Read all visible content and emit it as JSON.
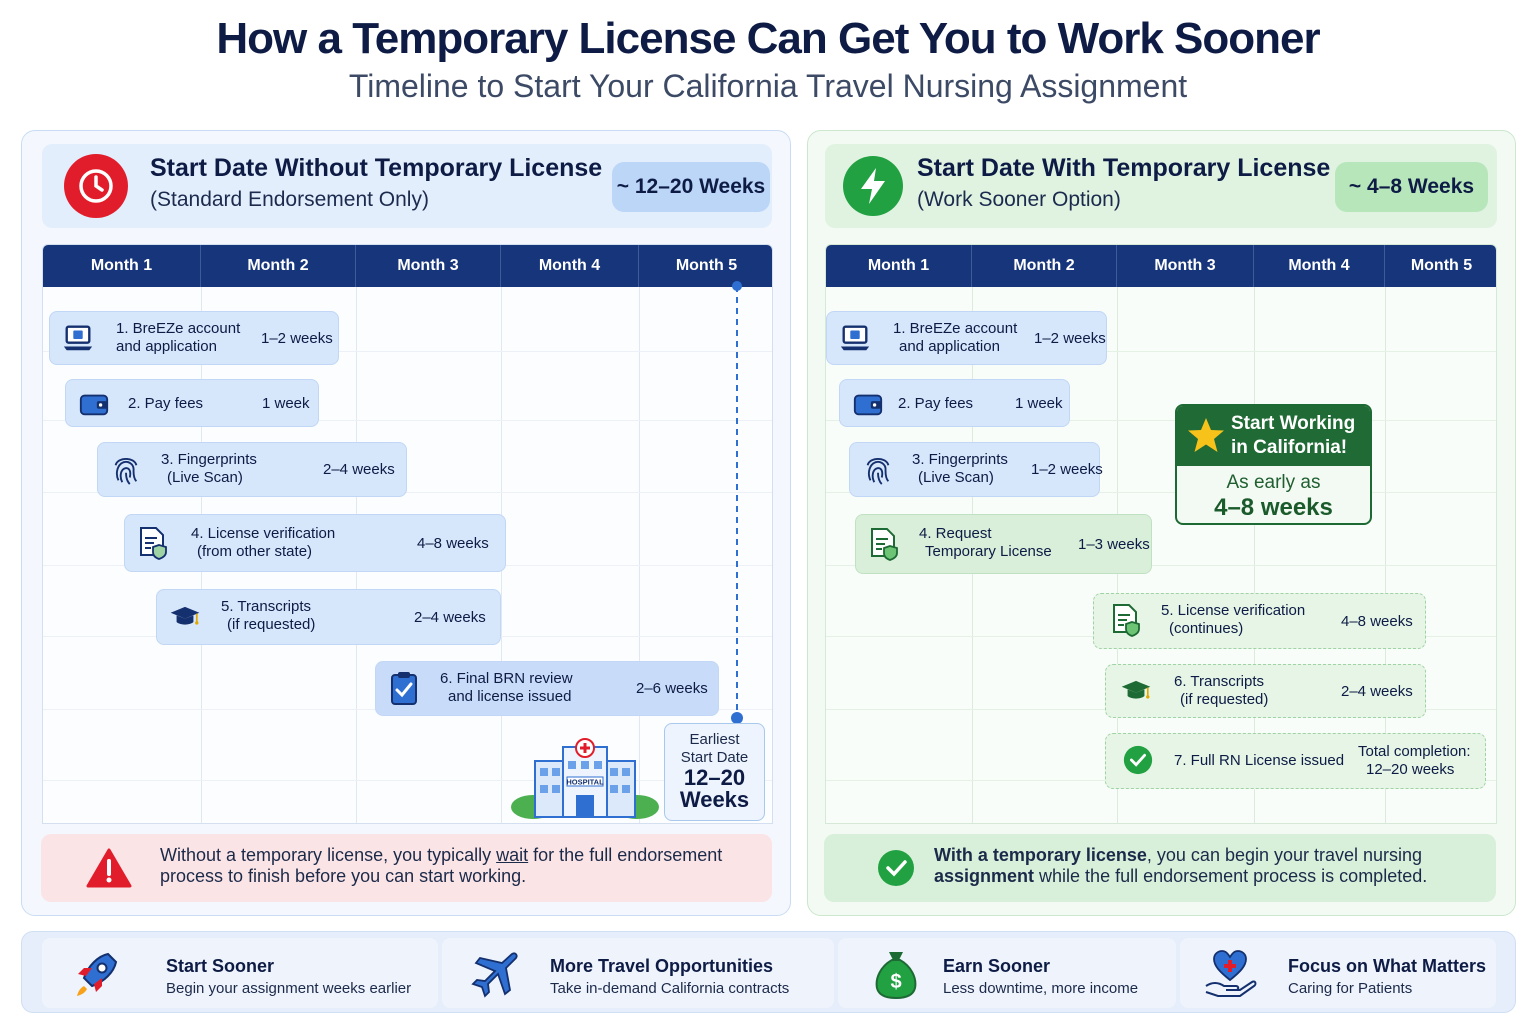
{
  "title": "How a Temporary License Can Get You to Work Sooner",
  "subtitle": "Timeline to Start Your California Travel Nursing Assignment",
  "months": [
    "Month 1",
    "Month 2",
    "Month 3",
    "Month 4",
    "Month 5"
  ],
  "left": {
    "title": "Start Date Without Temporary License",
    "subtitle": "(Standard Endorsement Only)",
    "duration": "~ 12–20 Weeks",
    "tasks": [
      {
        "line1": "1. BreEZe account",
        "line2": "and application",
        "duration": "1–2 weeks"
      },
      {
        "line1": "2. Pay fees",
        "line2": "",
        "duration": "1 week"
      },
      {
        "line1": "3. Fingerprints",
        "line2": "(Live Scan)",
        "duration": "2–4 weeks"
      },
      {
        "line1": "4. License verification",
        "line2": "(from other state)",
        "duration": "4–8 weeks"
      },
      {
        "line1": "5. Transcripts",
        "line2": "(if requested)",
        "duration": "2–4 weeks"
      },
      {
        "line1": "6. Final BRN review",
        "line2": "and license issued",
        "duration": "2–6 weeks"
      }
    ],
    "earliest_label_1": "Earliest",
    "earliest_label_2": "Start Date",
    "earliest_value_1": "12–20",
    "earliest_value_2": "Weeks",
    "note_1": "Without a temporary license, you typically ",
    "note_wait": "wait",
    "note_2": " for the full endorsement process to finish before you can start working."
  },
  "right": {
    "title": "Start Date With Temporary License",
    "subtitle": "(Work Sooner Option)",
    "duration": "~ 4–8 Weeks",
    "tasks": [
      {
        "line1": "1. BreEZe account",
        "line2": "and application",
        "duration": "1–2 weeks"
      },
      {
        "line1": "2. Pay fees",
        "line2": "",
        "duration": "1 week"
      },
      {
        "line1": "3. Fingerprints",
        "line2": "(Live Scan)",
        "duration": "1–2 weeks"
      },
      {
        "line1": "4. Request",
        "line2": "Temporary License",
        "duration": "1–3 weeks"
      },
      {
        "line1": "5. License verification",
        "line2": "(continues)",
        "duration": "4–8 weeks"
      },
      {
        "line1": "6. Transcripts",
        "line2": "(if requested)",
        "duration": "2–4 weeks"
      },
      {
        "line1": "7. Full RN License issued",
        "line2": "",
        "duration": ""
      }
    ],
    "total_label": "Total completion:",
    "total_value": "12–20 weeks",
    "callout_title_1": "Start Working",
    "callout_title_2": "in California!",
    "callout_sub": "As early as",
    "callout_value": "4–8 weeks",
    "note_b1": "With a temporary license",
    "note_t1": ", you can begin your travel nursing ",
    "note_b2": "assignment",
    "note_t2": " while the full endorsement process is completed."
  },
  "benefits": [
    {
      "title": "Start Sooner",
      "subtitle": "Begin your assignment weeks earlier",
      "icon": "rocket-icon"
    },
    {
      "title": "More Travel Opportunities",
      "subtitle": "Take in-demand California contracts",
      "icon": "airplane-icon"
    },
    {
      "title": "Earn Sooner",
      "subtitle": "Less downtime, more income",
      "icon": "money-bag-icon"
    },
    {
      "title": "Focus on What Matters",
      "subtitle": "Caring for Patients",
      "icon": "heart-hand-icon"
    }
  ],
  "hospital_sign": "HOSPITAL",
  "colors": {
    "navy": "#17357a",
    "red": "#e21d2b",
    "green": "#22a142",
    "dark_green": "#1f6a35",
    "blue_bar": "#d6e6fb",
    "green_bar": "#d9efd9"
  }
}
